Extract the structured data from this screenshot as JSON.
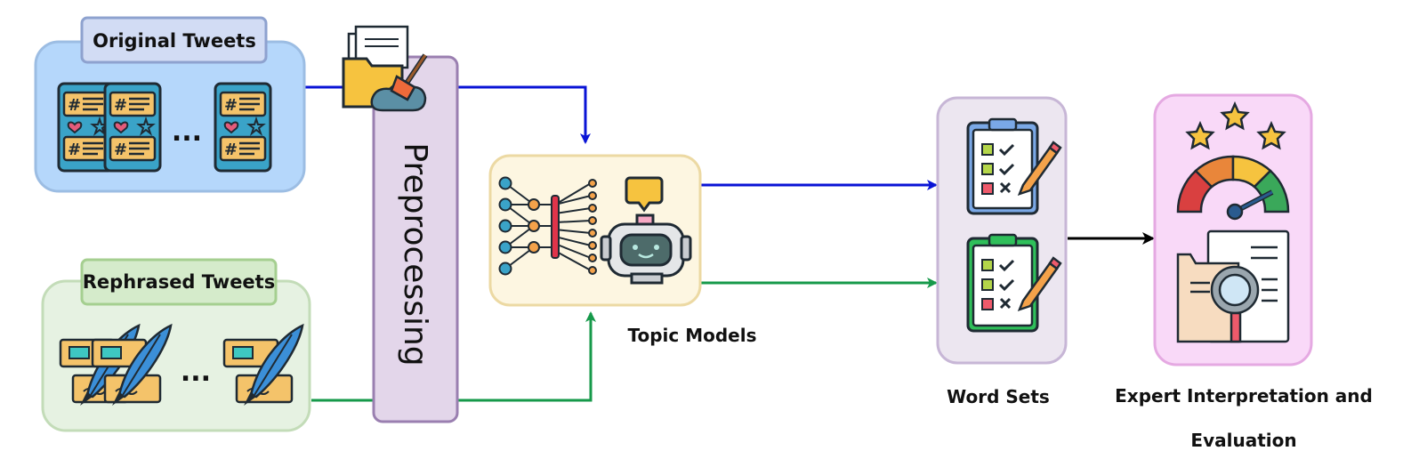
{
  "labels": {
    "original_tweets": "Original Tweets",
    "rephrased_tweets": "Rephrased Tweets",
    "preprocessing": "Preprocessing",
    "topic_models": "Topic Models",
    "word_sets": "Word Sets",
    "expert_line1": "Expert Interpretation and",
    "expert_line2": "Evaluation",
    "ellipsis": "..."
  },
  "colors": {
    "original_flow": "#0a14d6",
    "rephrased_flow": "#16994a",
    "output_flow": "#000000",
    "original_panel": "#b5d7fb",
    "rephrased_panel": "#e6f2e2",
    "preprocessing_bar": "#e3d6ea",
    "topic_panel": "#fdf6e1",
    "wordset_panel": "#ece6f0",
    "expert_panel": "#f9d9f8"
  },
  "icons": {
    "tweet": "tweet-card-icon",
    "rephrase": "quill-card-icon",
    "preprocess": "folder-broom-icon",
    "network": "neural-network-icon",
    "robot": "robot-icon",
    "checklist": "clipboard-checklist-icon",
    "evaluation": "gauge-stars-icon",
    "document": "document-magnifier-icon"
  }
}
